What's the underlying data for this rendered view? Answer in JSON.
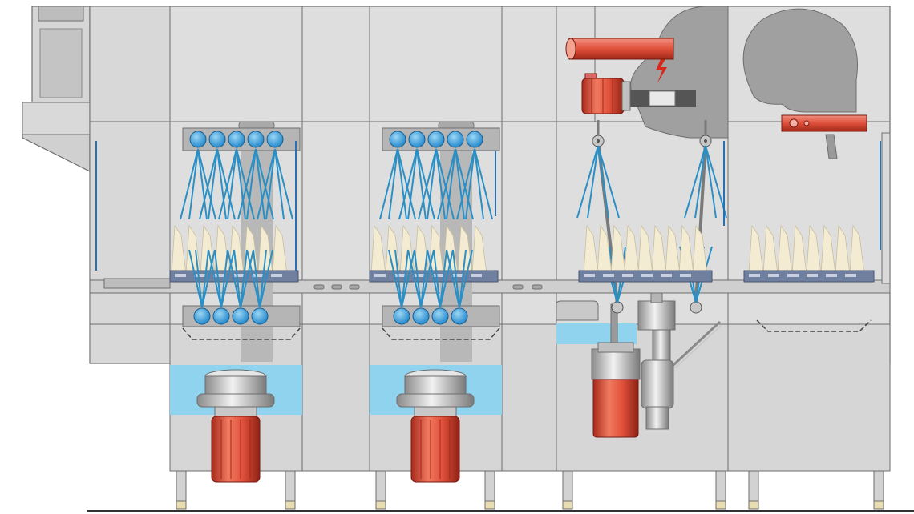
{
  "diagram": {
    "subject": "",
    "zones": [
      {
        "id": "loading-hood"
      },
      {
        "id": "wash-zone-1"
      },
      {
        "id": "wash-zone-2"
      },
      {
        "id": "rinse-zone"
      },
      {
        "id": "drying-zone"
      }
    ],
    "labels": []
  },
  "colors": {
    "panel": "#dcdcdc",
    "panel_dark": "#c8c8c8",
    "frame_line": "#6e6e6e",
    "water": "#8fd3ef",
    "spray": "#2a8fc4",
    "nozzle": "#45a8e0",
    "conveyor": "#6f7fa0",
    "motor_red": "#e0503a",
    "plates": "#f3ecd3",
    "fan_gray": "#9e9e9e",
    "pipe_gray": "#b0b0b0"
  }
}
